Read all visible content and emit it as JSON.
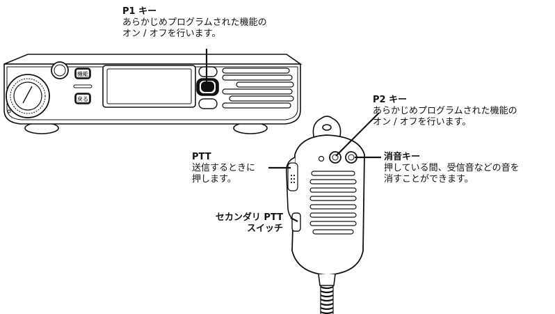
{
  "labels": {
    "p1": {
      "title": "P1 キー",
      "line1": "あらかじめプログラムされた機能の",
      "line2": "オン / オフを行います。"
    },
    "p2": {
      "title": "P2 キー",
      "line1": "あらかじめプログラムされた機能の",
      "line2": "オン / オフを行います。"
    },
    "ptt": {
      "title": "PTT",
      "line1": "送信するときに",
      "line2": "押します。"
    },
    "mute": {
      "title": "消音キー",
      "line1": "押している間、受信音などの音を",
      "line2": "消すことができます。"
    },
    "secondary_ptt": {
      "line1": "セカンダリ PTT",
      "line2": "スイッチ"
    }
  },
  "radio_buttons": {
    "func": "機能",
    "back": "戻る"
  }
}
